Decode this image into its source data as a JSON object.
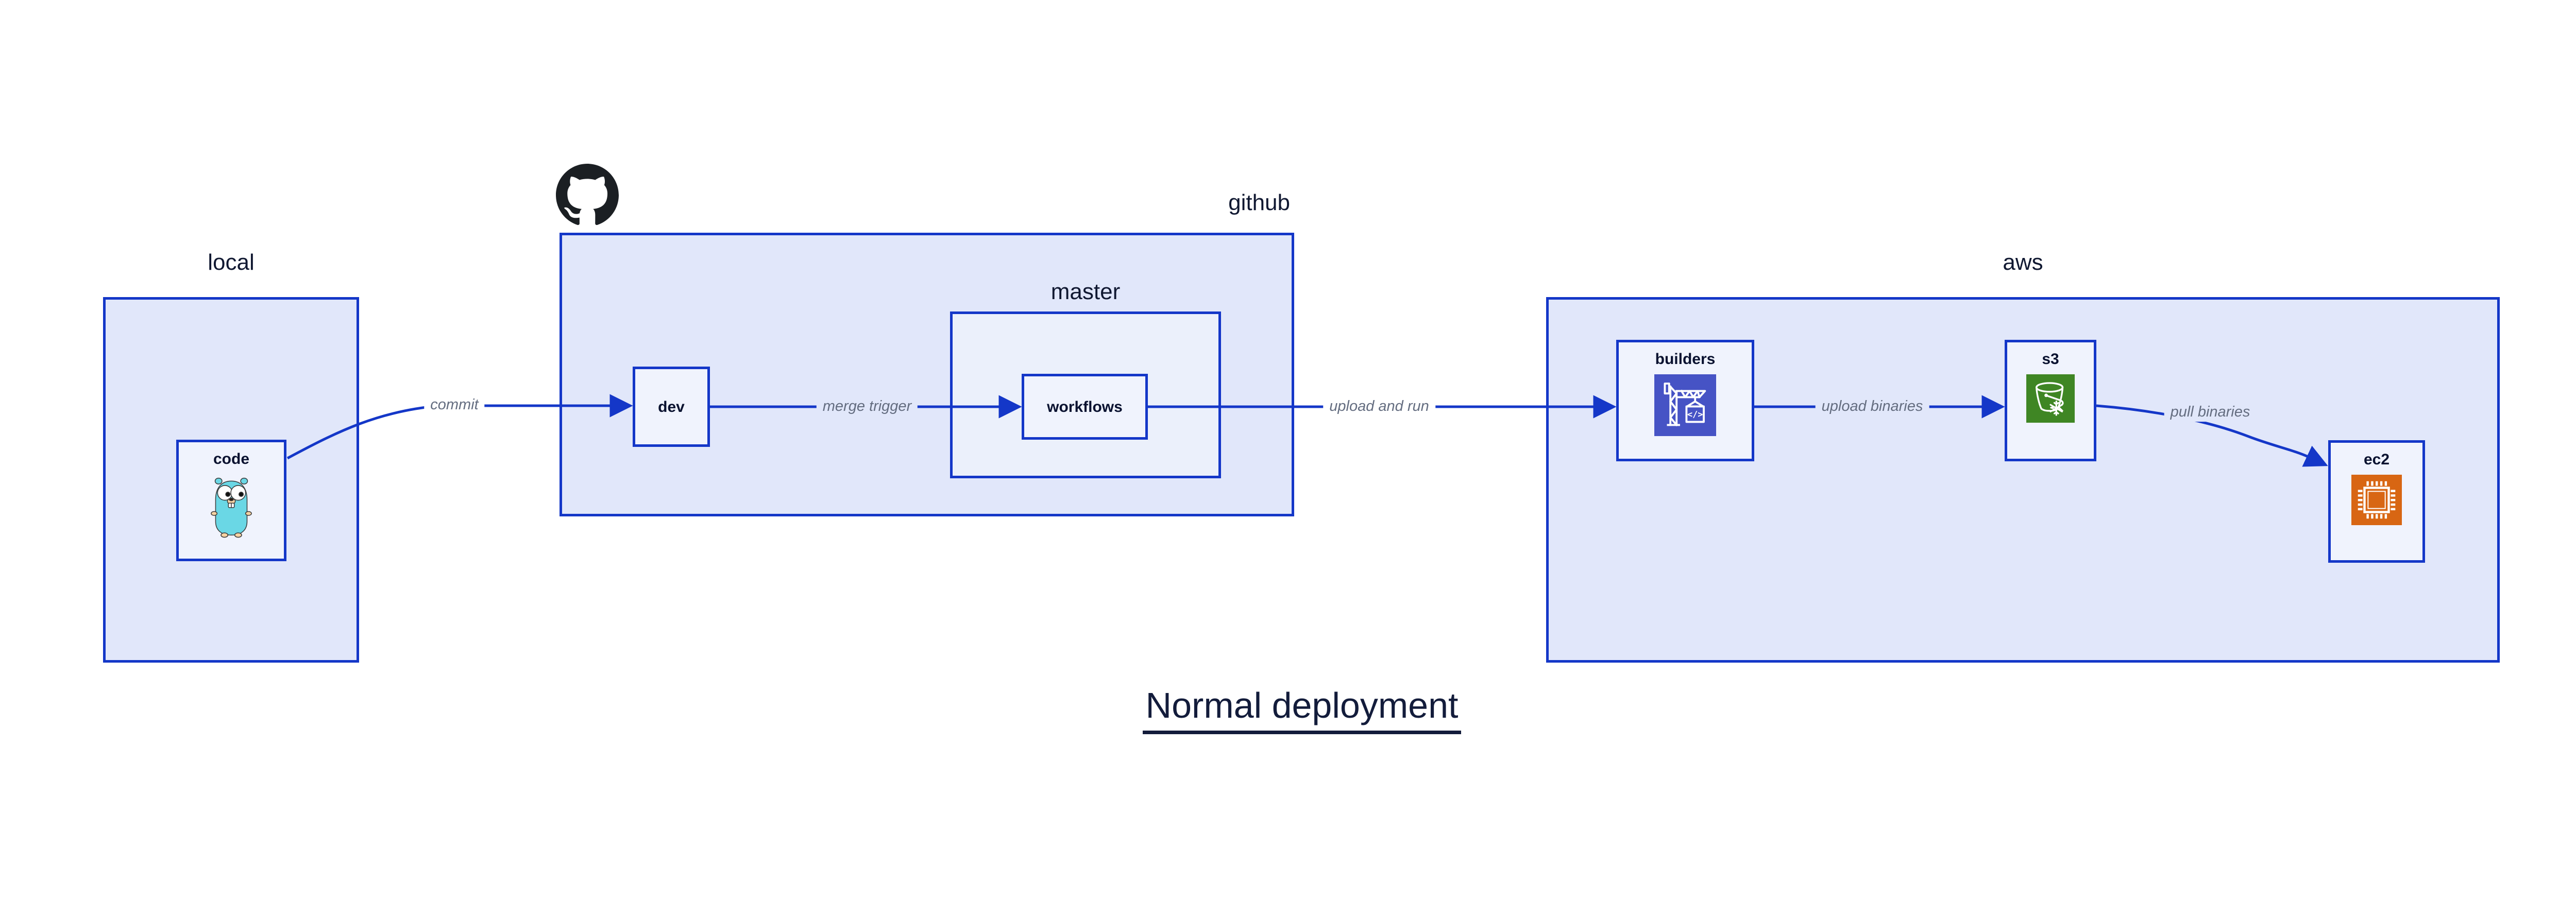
{
  "diagram": {
    "title": "Normal deployment",
    "containers": {
      "local": {
        "label": "local"
      },
      "github": {
        "label": "github"
      },
      "master": {
        "label": "master"
      },
      "aws": {
        "label": "aws"
      }
    },
    "nodes": {
      "code": {
        "label": "code",
        "icon": "go-gopher"
      },
      "dev": {
        "label": "dev"
      },
      "workflows": {
        "label": "workflows"
      },
      "builders": {
        "label": "builders",
        "icon": "aws-codebuild-crane"
      },
      "s3": {
        "label": "s3",
        "icon": "aws-s3-glacier-bucket"
      },
      "ec2": {
        "label": "ec2",
        "icon": "aws-ec2-chip"
      }
    },
    "edges": [
      {
        "from": "code",
        "to": "dev",
        "label": "commit"
      },
      {
        "from": "dev",
        "to": "workflows",
        "label": "merge trigger"
      },
      {
        "from": "workflows",
        "to": "builders",
        "label": "upload and run"
      },
      {
        "from": "builders",
        "to": "s3",
        "label": "upload binaries"
      },
      {
        "from": "s3",
        "to": "ec2",
        "label": "pull binaries"
      }
    ],
    "colors": {
      "line_blue": "#1437C8",
      "container_fill": "#E1E7FA",
      "subcontainer_fill": "#EBF0FB",
      "node_fill": "#F0F3FD",
      "edge_label_gray": "#646D80",
      "text_navy": "#101831",
      "title_navy": "#131C3B",
      "codebuild_indigo": "#4653C5",
      "s3_green": "#3F8624",
      "ec2_orange": "#D86613",
      "octocat_black": "#1B1F23",
      "gopher_teal": "#6AD7E5"
    }
  }
}
